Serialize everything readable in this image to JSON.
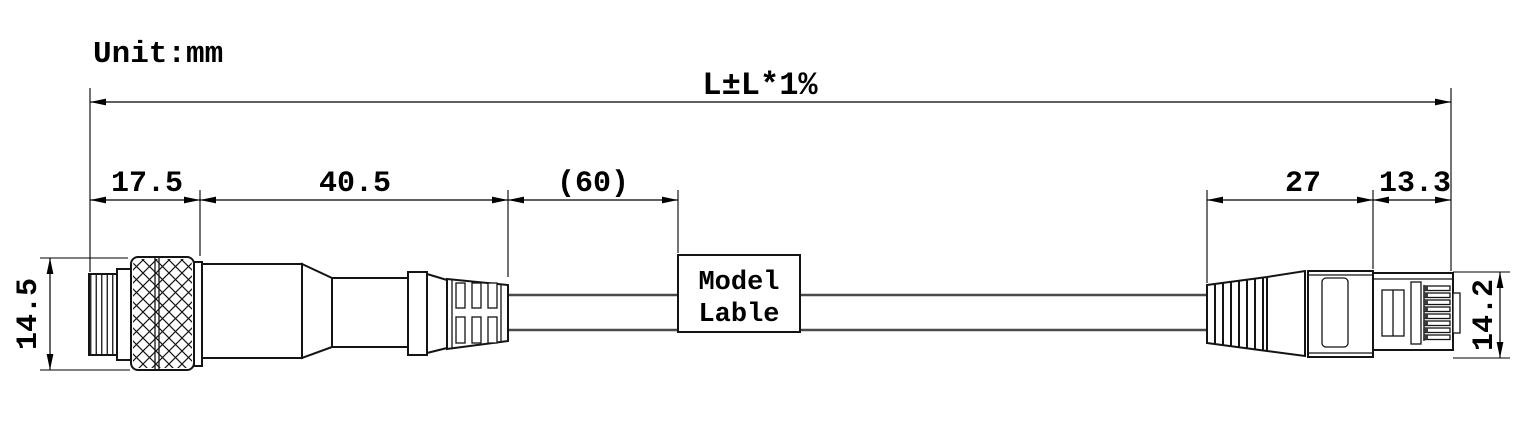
{
  "drawing": {
    "unit_label": "Unit:mm",
    "overall_dim_label": "L±L*1%",
    "model_label": {
      "line1": "Model",
      "line2": "Lable"
    },
    "dims": {
      "m12_front_length": "17.5",
      "m12_body_length": "40.5",
      "label_position": "(60)",
      "rj45_boot_length": "27",
      "rj45_head_length": "13.3",
      "m12_diameter": "14.5",
      "rj45_height": "14.2"
    },
    "colors": {
      "line": "#141414",
      "background": "#ffffff"
    }
  }
}
